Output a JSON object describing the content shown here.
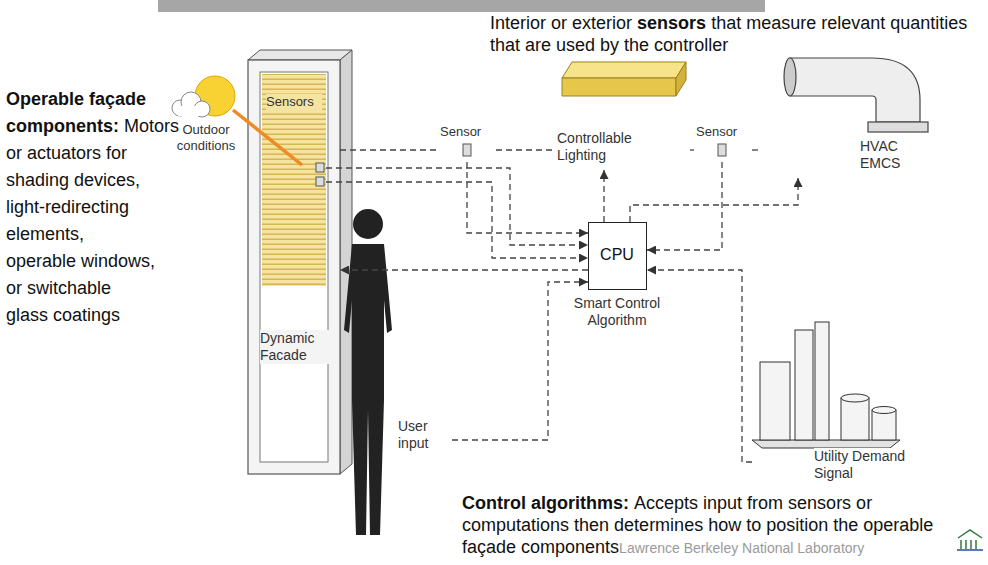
{
  "diagram": {
    "nodes": [
      {
        "text": [
          "Dynamic Facade"
        ]
      },
      {
        "text": [
          "Sensors"
        ],
        "in": 0
      },
      {
        "text": [
          "Outdoor conditions"
        ]
      },
      {
        "text": [
          "Sensor"
        ]
      },
      {
        "text": [
          "Controllable Lighting"
        ]
      },
      {
        "text": [
          "Sensor"
        ]
      },
      {
        "text": [
          "HVAC EMCS"
        ]
      },
      {
        "text": [
          "CPU",
          "Smart Control Algorithm"
        ]
      },
      {
        "text": [
          "User input"
        ]
      },
      {
        "text": [
          "Utility Demand Signal"
        ]
      }
    ],
    "edges": [
      {
        "from": 1,
        "to": 7,
        "arrow": "to"
      },
      {
        "from": 1,
        "to": 7,
        "arrow": "to"
      },
      {
        "from": 7,
        "to": 0,
        "arrow": "to"
      },
      {
        "from": 3,
        "to": 7,
        "arrow": "to"
      },
      {
        "from": 8,
        "to": 7,
        "arrow": "to"
      },
      {
        "from": 7,
        "to": 4,
        "arrow": "to"
      },
      {
        "from": 7,
        "to": 6,
        "arrow": "to"
      },
      {
        "from": 5,
        "to": 7,
        "arrow": "to"
      },
      {
        "from": 9,
        "to": 7,
        "arrow": "to"
      },
      {
        "from": 0,
        "to": 3,
        "arrow": "none"
      },
      {
        "from": 3,
        "to": 4,
        "arrow": "none"
      },
      {
        "from": 4,
        "to": 5,
        "arrow": "none"
      },
      {
        "from": 5,
        "to": 6,
        "arrow": "none"
      }
    ],
    "labels": [
      "Operable façade components:",
      "Motors or actuators for shading devices, light-redirecting elements, operable windows, or switchable glass coatings",
      "Interior or exterior",
      "sensors",
      "that measure relevant quantities that are used by the controller",
      "Control algorithms:",
      "Accepts input from sensors or computations then determines how to position the operable façade components",
      "Lawrence Berkeley National Laboratory"
    ]
  }
}
